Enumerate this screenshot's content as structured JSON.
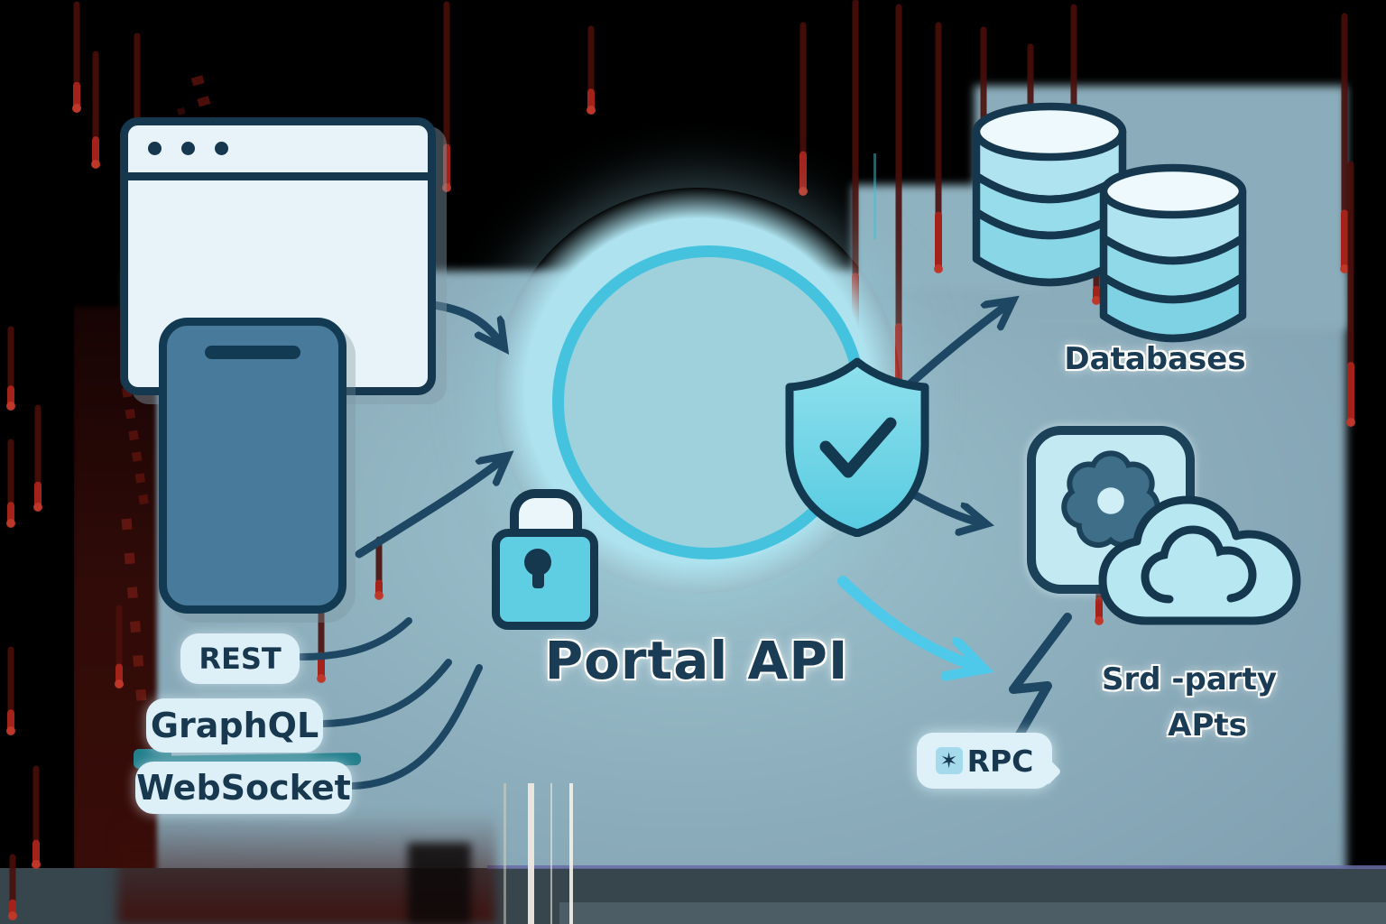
{
  "diagram": {
    "title": "Portal API",
    "protocol_pills": [
      {
        "label": "REST"
      },
      {
        "label": "GraphQL"
      },
      {
        "label": "WebSocket"
      }
    ],
    "databases": {
      "label": "Databases"
    },
    "third_party": {
      "line1": "Srd -party",
      "line2": "APts"
    },
    "rpc": {
      "label": "RPC",
      "icon_glyph": "✶"
    },
    "icons": {
      "browser": "browser-window-icon",
      "phone": "smartphone-icon",
      "lock": "padlock-icon",
      "shield": "shield-check-icon",
      "databases": "database-stack-icon",
      "gear": "gear-icon",
      "cloud": "cloud-icon",
      "lightning": "lightning-bolt-icon",
      "rpc_badge": "rpc-star-icon"
    },
    "colors": {
      "outline_navy": "#16384f",
      "icon_cyan": "#63d0e4",
      "ring_stroke": "#45c3de",
      "arrow_navy": "#1e4763",
      "arrow_cyan": "#4ec9e9",
      "pill_background": "#ddf0f8",
      "background_gray": "#8aabba",
      "streak_red": "#7a140e"
    }
  }
}
